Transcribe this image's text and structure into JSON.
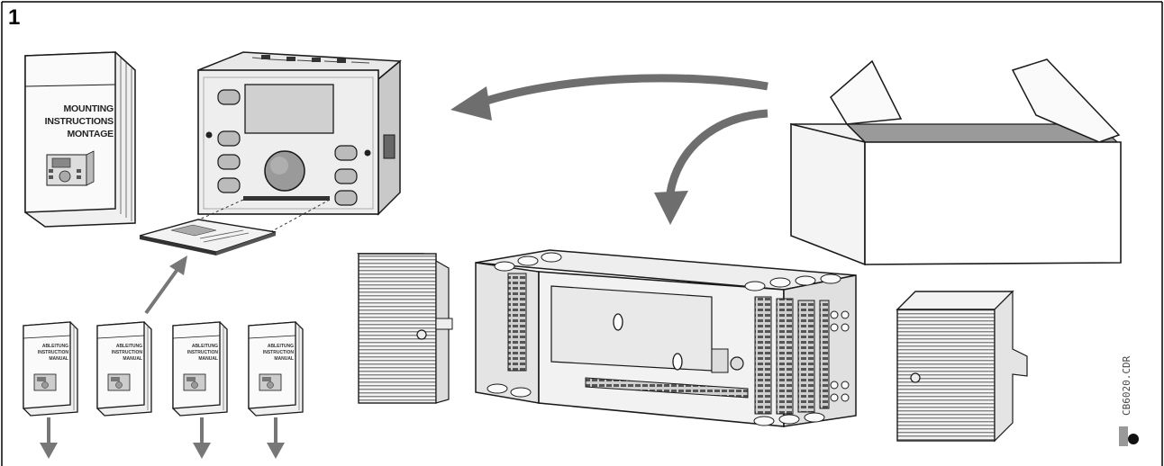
{
  "figure": {
    "number": "1",
    "file_code": "CB6020.CDR"
  },
  "main_manual": {
    "line1": "MOUNTING",
    "line2": "INSTRUCTIONS",
    "line3": "MONTAGE"
  },
  "small_manuals": [
    {
      "line1": "ABLEITUNG",
      "line2": "INSTRUCTION",
      "line3": "MANUAL"
    },
    {
      "line1": "ABLEITUNG",
      "line2": "INSTRUCTION",
      "line3": "MANUAL"
    },
    {
      "line1": "ABLEITUNG",
      "line2": "INSTRUCTION",
      "line3": "MANUAL"
    },
    {
      "line1": "ABLEITUNG",
      "line2": "INSTRUCTION",
      "line3": "MANUAL"
    }
  ],
  "colors": {
    "ink": "#1a1a1a",
    "arrow_gray": "#6e6e6e",
    "panel_gray": "#e6e6e6",
    "screen_gray": "#d2d2d2",
    "box_shade": "#9a9a9a"
  }
}
